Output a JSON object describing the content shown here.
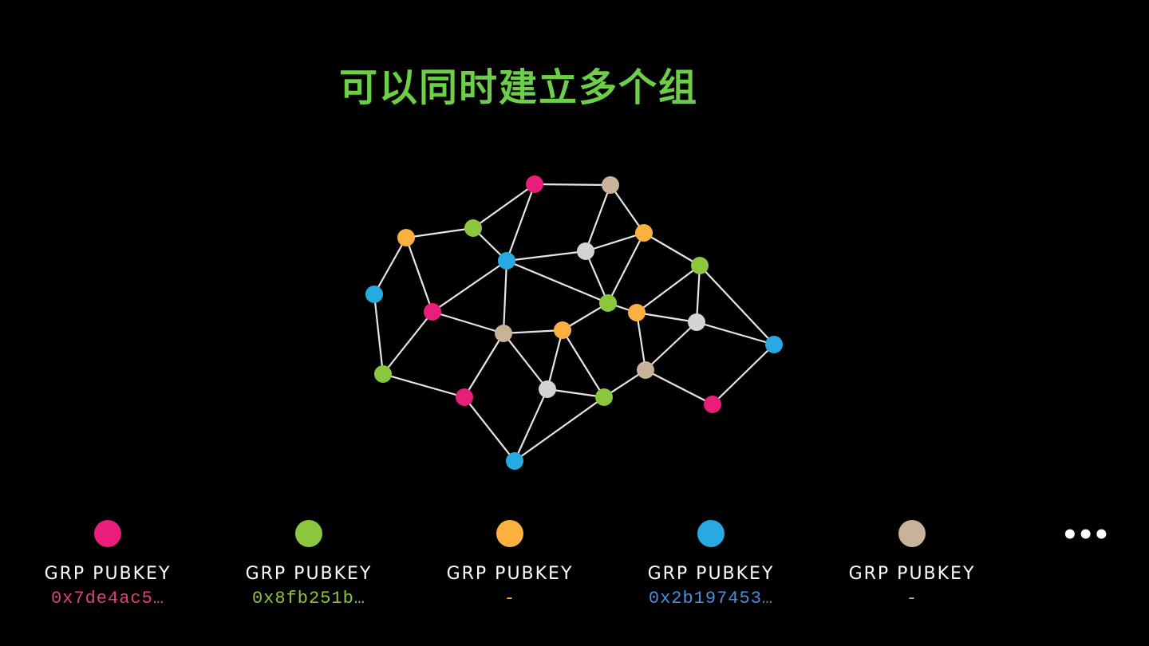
{
  "title": "可以同时建立多个组",
  "colors": {
    "pink": "#e91e7a",
    "green": "#8cc63f",
    "orange": "#fbb040",
    "blue": "#27aae1",
    "tan": "#c8b39a",
    "gray": "#d4d4d4",
    "edge": "#e6e6e6"
  },
  "legend": [
    {
      "color": "pink",
      "label": "GRP PUBKEY",
      "key": "0x7de4ac5…",
      "key_color": "#e0407a"
    },
    {
      "color": "green",
      "label": "GRP PUBKEY",
      "key": "0x8fb251b…",
      "key_color": "#8cc63f"
    },
    {
      "color": "orange",
      "label": "GRP PUBKEY",
      "key": "-",
      "key_color": "#fbb040"
    },
    {
      "color": "blue",
      "label": "GRP PUBKEY",
      "key": "0x2b197453…",
      "key_color": "#4a90d9"
    },
    {
      "color": "tan",
      "label": "GRP PUBKEY",
      "key": "-",
      "key_color": "#c8b39a"
    }
  ],
  "more": "•••"
}
